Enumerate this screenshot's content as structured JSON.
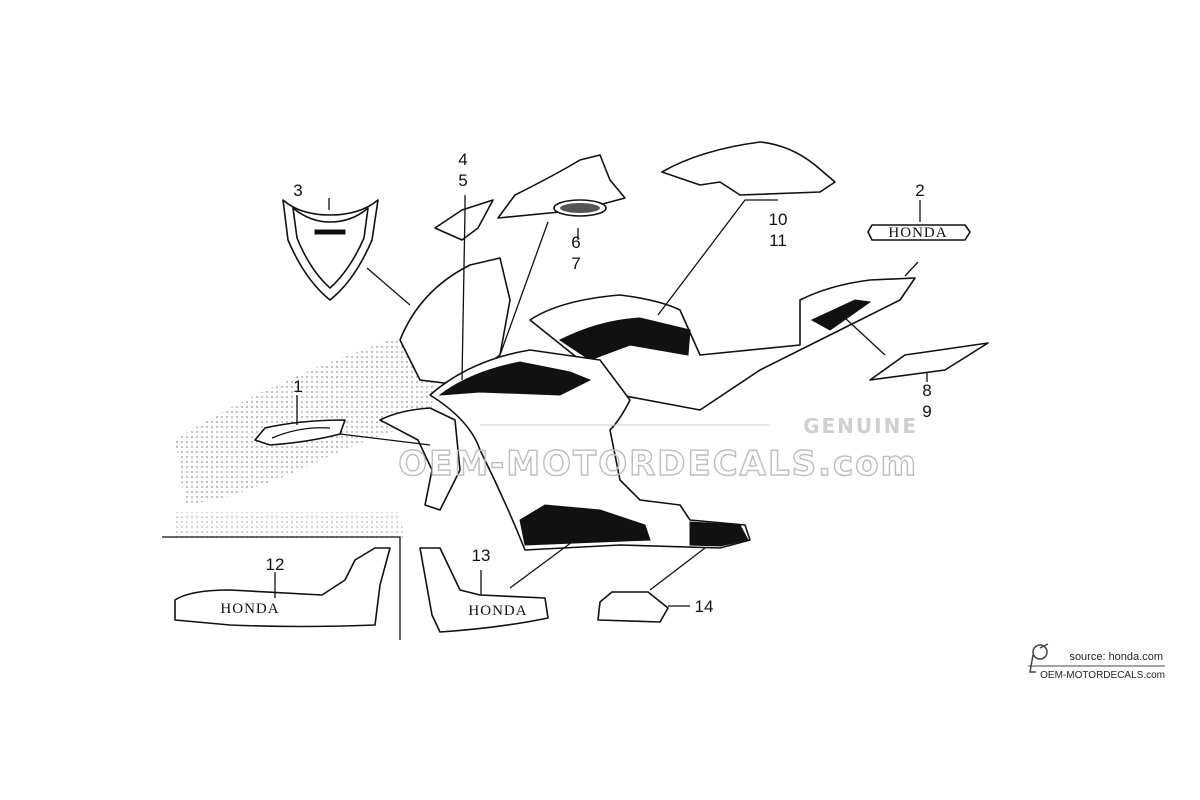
{
  "callouts": {
    "c1": "1",
    "c2": "2",
    "c3": "3",
    "c4": "4",
    "c5": "5",
    "c6": "6",
    "c7": "7",
    "c8": "8",
    "c9": "9",
    "c10": "10",
    "c11": "11",
    "c12": "12",
    "c13": "13",
    "c14": "14"
  },
  "decal_text": {
    "honda_2": "HONDA",
    "honda_12": "HONDA",
    "honda_13": "HONDA"
  },
  "watermark": {
    "genuine": "GENUINE",
    "site": "OEM-MOTORDECALS.com"
  },
  "source": {
    "line": "source: honda.com",
    "brand": "OEM-MOTORDECALS.com"
  },
  "colors": {
    "ink": "#111111",
    "watermark": "#bdbdbd",
    "background": "#ffffff"
  }
}
